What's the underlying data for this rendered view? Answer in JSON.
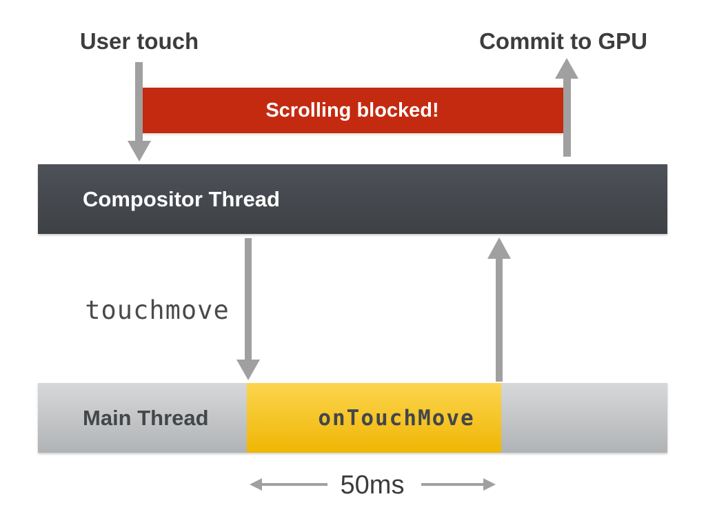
{
  "diagram": {
    "title": "Touch event scroll blocking timeline",
    "labels": {
      "user_touch": "User touch",
      "commit_to_gpu": "Commit to GPU",
      "scrolling_blocked": "Scrolling blocked!",
      "compositor_thread": "Compositor Thread",
      "touchmove": "touchmove",
      "main_thread": "Main Thread",
      "on_touch_move": "onTouchMove",
      "duration": "50ms"
    },
    "arrows": [
      {
        "name": "user-touch-down-arrow",
        "direction": "down",
        "from": "User touch",
        "to": "Compositor Thread"
      },
      {
        "name": "commit-up-arrow",
        "direction": "up",
        "from": "Compositor Thread",
        "to": "Commit to GPU"
      },
      {
        "name": "touchmove-down-arrow",
        "direction": "down",
        "from": "Compositor Thread",
        "to": "Main Thread onTouchMove"
      },
      {
        "name": "return-up-arrow",
        "direction": "up",
        "from": "Main Thread onTouchMove",
        "to": "Compositor Thread"
      },
      {
        "name": "duration-left-arrow",
        "direction": "left",
        "measures": "onTouchMove span"
      },
      {
        "name": "duration-right-arrow",
        "direction": "right",
        "measures": "onTouchMove span"
      }
    ]
  },
  "colors": {
    "blocked-bar": "#c42a10",
    "compositor-top": "#4d5158",
    "compositor-bottom": "#3e4246",
    "main-top": "#d7d8d9",
    "main-bottom": "#b0b3b5",
    "busy-top": "#fcd54f",
    "busy-bottom": "#efb604",
    "arrow": "#a0a0a0",
    "text-dark": "#3d3d3d",
    "text-mid": "#4a4a4a",
    "text-light": "#ffffff",
    "busy-text": "#2f2b1a"
  }
}
